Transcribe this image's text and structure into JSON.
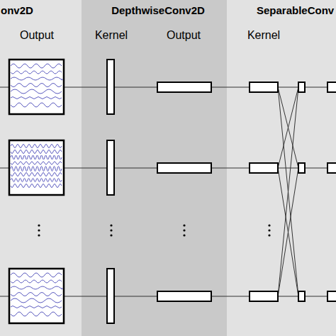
{
  "diagram": {
    "nodes": [
      {
        "text": [
          "onv2D",
          "Output"
        ]
      },
      {
        "text": [
          "DepthwiseConv2D",
          "Kernel",
          "Output"
        ]
      },
      {
        "text": [
          "SeparableConv",
          "Kernel"
        ]
      }
    ]
  }
}
